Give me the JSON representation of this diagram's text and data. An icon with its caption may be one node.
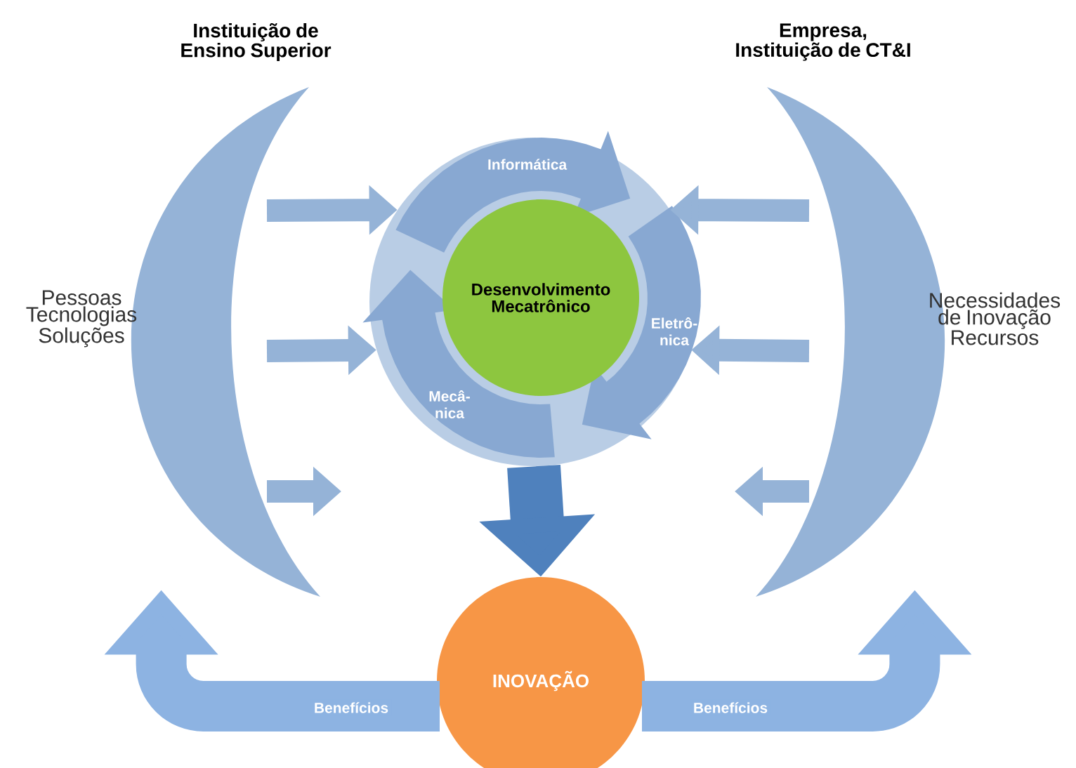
{
  "diagram": {
    "nodes": [
      {
        "text": [
          "Instituição de Ensino Superior"
        ],
        "beside": [
          "Pessoas Tecnologias Soluções"
        ]
      },
      {
        "text": [
          "Empresa, Instituição de CT&I"
        ],
        "beside": [
          "Necessidades de Inovação Recursos"
        ]
      },
      {
        "text": [],
        "shape": "circle"
      },
      {
        "text": [
          "Desenvolvimento Mecatrônico"
        ],
        "in": 2
      },
      {
        "text": [
          "INOVAÇÃO"
        ]
      }
    ],
    "edges": [
      {
        "from": 0,
        "to": 2,
        "arrow": "to"
      },
      {
        "from": 0,
        "to": 2,
        "arrow": "to"
      },
      {
        "from": 0,
        "to": null,
        "arrow": "to"
      },
      {
        "from": 1,
        "to": 2,
        "arrow": "to"
      },
      {
        "from": 1,
        "to": 2,
        "arrow": "to"
      },
      {
        "from": 1,
        "to": null,
        "arrow": "to"
      },
      {
        "from": 2,
        "to": 4,
        "arrow": "to",
        "style": "thick",
        "color": "#4f81bd"
      },
      {
        "from": 4,
        "to": 0,
        "arrow": "to",
        "style": "thick",
        "label": "Benefícios"
      },
      {
        "from": 4,
        "to": 1,
        "arrow": "to",
        "style": "thick",
        "label": "Benefícios"
      }
    ],
    "labels": [
      "Informática",
      "Eletrô- nica",
      "Mecâ- nica"
    ]
  }
}
